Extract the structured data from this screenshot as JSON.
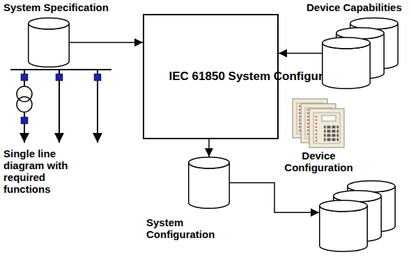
{
  "diagram": {
    "nodes": [
      {
        "text": [
          "System Specification"
        ]
      },
      {
        "text": [
          "IEC 61850 System Configurator"
        ]
      },
      {
        "text": [
          "Device Capabilities"
        ]
      },
      {
        "text": [
          "System Configuration"
        ]
      },
      {
        "text": [
          "Device Configuration"
        ]
      }
    ],
    "edges": [
      {
        "from": 0,
        "to": 1,
        "arrow": "to"
      },
      {
        "from": 2,
        "to": 1,
        "arrow": "to"
      },
      {
        "from": 1,
        "to": 3,
        "arrow": "to"
      },
      {
        "from": 3,
        "to": 4,
        "arrow": "to"
      }
    ],
    "labels": [
      "Single line diagram with required functions"
    ]
  }
}
